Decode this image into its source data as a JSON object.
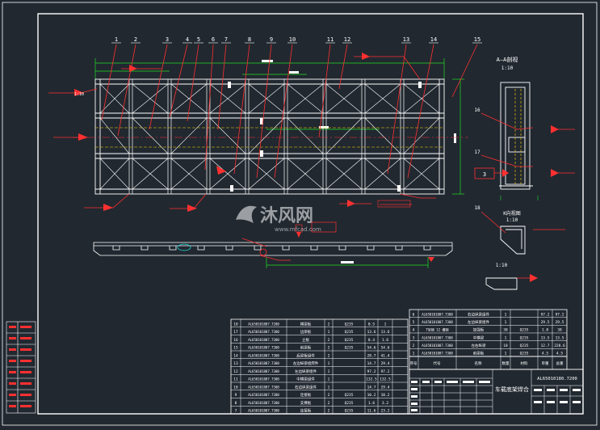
{
  "balloons": [
    "1",
    "2",
    "3",
    "4",
    "5",
    "6",
    "7",
    "8",
    "9",
    "10",
    "11",
    "12",
    "13",
    "14",
    "15"
  ],
  "side_balloons": [
    "16",
    "17",
    "18"
  ],
  "section_title": "A—A剖视",
  "section_scale": "1:10",
  "k_view_label": "K向视图",
  "k_view_scale": "1:10",
  "detail_scale": "1:10",
  "plan_scale": "1:10",
  "box_label": "3",
  "watermark": {
    "logo": "沐风网",
    "url": "www.mfcad.com"
  },
  "title_block": {
    "drawing_title": "车载底架焊合",
    "drawing_code": "AL65010180.7200",
    "header_cells": [
      "序号",
      "代号",
      "名称",
      "数量",
      "材料",
      "单重",
      "总重"
    ]
  },
  "bom_left": [
    [
      "18",
      "AL650101807.7200",
      "横梁板",
      "2",
      "Q235",
      "0.5",
      "1"
    ],
    [
      "17",
      "AL650101807.7300",
      "边梁板",
      "1",
      "Q235",
      "13.6",
      "13.6"
    ],
    [
      "16",
      "AL650101807.7300",
      "立板",
      "2",
      "Q235",
      "8.4",
      "1.6"
    ],
    [
      "15",
      "AL650101807.7300",
      "前梁板",
      "2",
      "Q235",
      "54.6",
      "54.6"
    ],
    [
      "14",
      "AL650101807.7300",
      "后梁板组件",
      "2",
      "",
      "28.7",
      "41.4"
    ],
    [
      "13",
      "AL650101807.7300",
      "左边纵梁组焊件",
      "1",
      "",
      "14.7",
      "29.4"
    ],
    [
      "12",
      "AL650101807.7300",
      "左边纵梁组件",
      "1",
      "",
      "97.2",
      "97.2"
    ],
    [
      "11",
      "AL650101807.7300",
      "中横梁组件",
      "1",
      "",
      "132.5",
      "132.5"
    ],
    [
      "10",
      "AL650101807.7300",
      "右边纵梁组件",
      "1",
      "",
      "14.7",
      "29.4"
    ],
    [
      "9",
      "AL650101807.7300",
      "连接板",
      "2",
      "Q235",
      "10.2",
      "10.2"
    ],
    [
      "8",
      "AL650101807.7300",
      "支撑板",
      "2",
      "Q235",
      "1.6",
      "3.2"
    ],
    [
      "7",
      "AL650101807.7300",
      "连接板",
      "2",
      "Q235",
      "11.6",
      "23.2"
    ]
  ],
  "bom_right": [
    [
      "6",
      "AL650101807.7300",
      "右边纵梁组件",
      "1",
      "",
      "97.2",
      "97.2"
    ],
    [
      "5",
      "AL650101807.7300",
      "左边纵梁组件",
      "1",
      "",
      "29.5",
      "29.5"
    ],
    [
      "4",
      "T型钢 12 槽钢",
      "加强板",
      "38",
      "Q235",
      "1.8",
      "38"
    ],
    [
      "3",
      "AL650101807.7300",
      "中横梁",
      "1",
      "Q235",
      "13.5",
      "13.5"
    ],
    [
      "2",
      "AL650101807.7300",
      "左右纵梁",
      "18",
      "Q235",
      "12.7",
      "228.6"
    ],
    [
      "1",
      "AL650101807.7300",
      "前梁板",
      "1",
      "Q235",
      "4.5",
      "4.5"
    ]
  ],
  "colors": {
    "background": "#212830",
    "frame": "#ffffff",
    "geometry": "#ffffff",
    "annotation": "#ff3030",
    "dimension": "#22dd22",
    "centerline": "#ff3030",
    "hidden": "#ffd700"
  }
}
